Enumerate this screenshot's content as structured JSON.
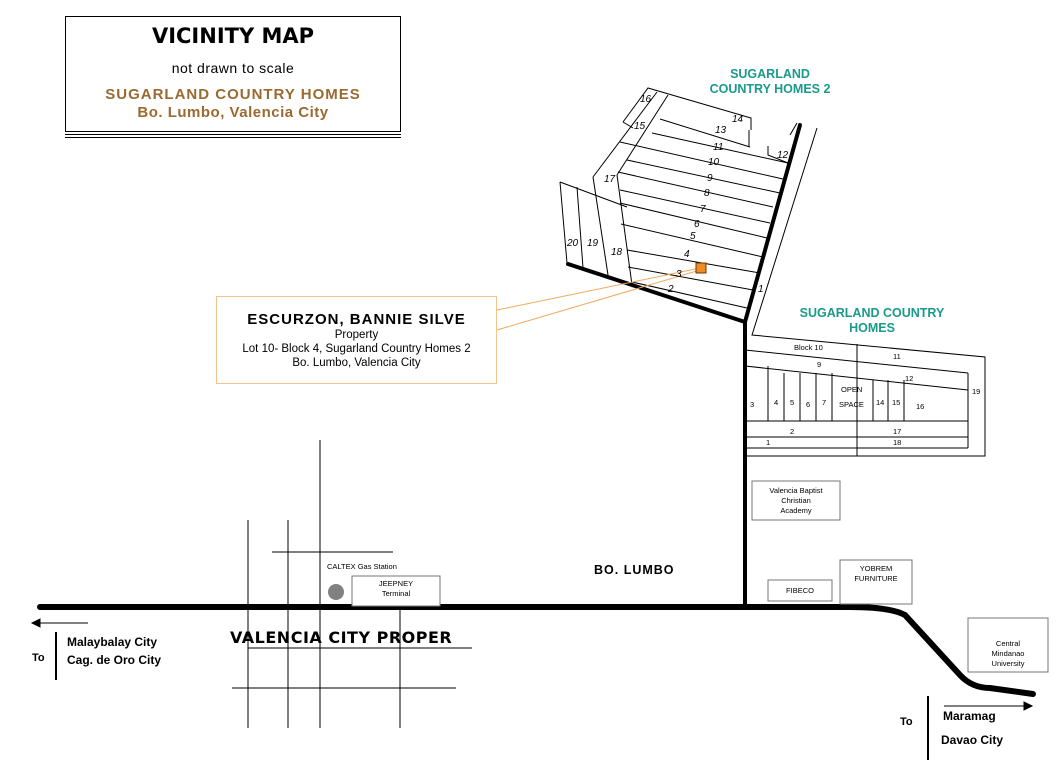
{
  "title": {
    "heading": "VICINITY MAP",
    "subtitle": "not drawn to scale",
    "subdivision": "SUGARLAND COUNTRY HOMES",
    "location": "Bo. Lumbo, Valencia City"
  },
  "callout": {
    "owner": "ESCURZON, BANNIE SILVE",
    "type": "Property",
    "lot": "Lot 10- Block 4, Sugarland Country Homes 2",
    "address": "Bo. Lumbo, Valencia City"
  },
  "areas": {
    "sch2_line1": "SUGARLAND",
    "sch2_line2": "COUNTRY HOMES 2",
    "sch_line1": "SUGARLAND COUNTRY",
    "sch_line2": "HOMES",
    "bo_lumbo": "BO. LUMBO",
    "city_proper": "VALENCIA CITY PROPER"
  },
  "sch2_lots": [
    "1",
    "2",
    "3",
    "4",
    "5",
    "6",
    "7",
    "8",
    "9",
    "10",
    "11",
    "12",
    "13",
    "14",
    "15",
    "16",
    "17",
    "18",
    "19",
    "20"
  ],
  "sch_block": {
    "name": "Block 10",
    "lots": [
      "1",
      "2",
      "3",
      "4",
      "5",
      "6",
      "7",
      "9",
      "11",
      "12",
      "14",
      "15",
      "16",
      "17",
      "18",
      "19"
    ],
    "open_space": [
      "OPEN",
      "SPACE"
    ]
  },
  "landmarks": {
    "caltex": "CALTEX Gas Station",
    "jeepney": [
      "JEEPNEY",
      "Terminal"
    ],
    "baptist": [
      "Valencia Baptist",
      "Christian",
      "Academy"
    ],
    "fibeco": "FIBECO",
    "yobrem": [
      "YOBREM",
      "FURNITURE"
    ],
    "cmu": [
      "Central",
      "Mindanao",
      "University"
    ]
  },
  "directions": {
    "west_to": "To",
    "west": [
      "Malaybalay City",
      "Cag. de Oro City"
    ],
    "east_to": "To",
    "east": [
      "Maramag",
      "Davao City"
    ]
  },
  "colors": {
    "brown": "#9a6a30",
    "teal": "#1a9a8a",
    "orange": "#f08a24",
    "callout_border": "#f3c48c",
    "gas_dot": "#808080"
  }
}
